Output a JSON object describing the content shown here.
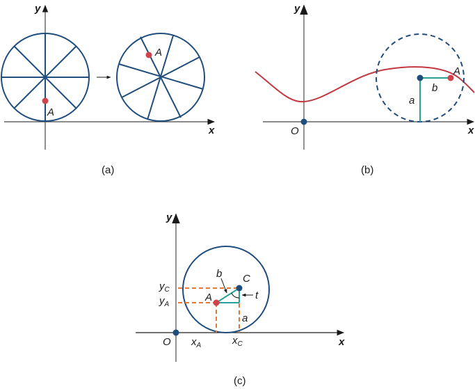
{
  "colors": {
    "wheel": "#1f4e7d",
    "point_red": "#d0434a",
    "curve_red": "#c0393f",
    "teal": "#2aa198",
    "dashed_orange": "#e0793a",
    "axis": "#555555",
    "text": "#1a1a1a"
  },
  "panel_a": {
    "caption": "(a)",
    "x_axis_label": "x",
    "y_axis_label": "y",
    "point_label_1": "A",
    "point_label_2": "A"
  },
  "panel_b": {
    "caption": "(b)",
    "x_axis_label": "x",
    "y_axis_label": "y",
    "origin_label": "O",
    "point_label": "A",
    "segment_a_label": "a",
    "segment_b_label": "b"
  },
  "panel_c": {
    "caption": "(c)",
    "x_axis_label": "x",
    "y_axis_label": "y",
    "origin_label": "O",
    "point_A_label": "A",
    "point_C_label": "C",
    "segment_b_label": "b",
    "segment_a_label": "a",
    "angle_label": "t",
    "yC_main": "y",
    "yC_sub": "C",
    "yA_main": "y",
    "yA_sub": "A",
    "xA_main": "x",
    "xA_sub": "A",
    "xC_main": "x",
    "xC_sub": "C"
  }
}
